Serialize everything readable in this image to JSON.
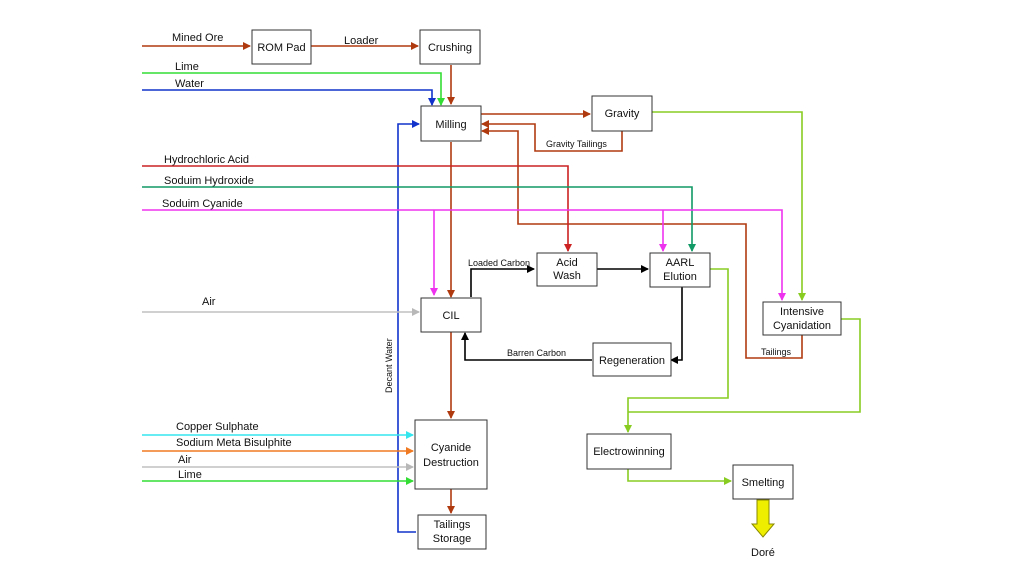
{
  "colors": {
    "ore": "#b03a10",
    "lime": "#33dd33",
    "water": "#1133cc",
    "hydrochloric": "#cc2222",
    "hydroxide": "#119966",
    "cyanide": "#ee33ee",
    "air": "#c0c0c0",
    "copper": "#33e6ee",
    "bisulphite": "#f07a22",
    "carbon": "#000000",
    "gold": "#88cc22",
    "dore": "#eeee00"
  },
  "boxes": {
    "rom": "ROM Pad",
    "crushing": "Crushing",
    "milling": "Milling",
    "gravity": "Gravity",
    "acid_wash_1": "Acid",
    "acid_wash_2": "Wash",
    "aarl_1": "AARL",
    "aarl_2": "Elution",
    "cil": "CIL",
    "intensive_1": "Intensive",
    "intensive_2": "Cyanidation",
    "regeneration": "Regeneration",
    "cyanide_destruction_1": "Cyanide",
    "cyanide_destruction_2": "Destruction",
    "electrowinning": "Electrowinning",
    "smelting": "Smelting",
    "tailings_storage_1": "Tailings",
    "tailings_storage_2": "Storage"
  },
  "inputs": {
    "mined_ore": "Mined Ore",
    "lime_top": "Lime",
    "water": "Water",
    "hydrochloric_acid": "Hydrochloric Acid",
    "sodium_hydroxide": "Soduim Hydroxide",
    "sodium_cyanide": "Soduim Cyanide",
    "air_cil": "Air",
    "copper_sulphate": "Copper Sulphate",
    "sodium_meta_bisulphite": "Sodium Meta Bisulphite",
    "air_bottom": "Air",
    "lime_bottom": "Lime"
  },
  "flow_labels": {
    "loader": "Loader",
    "gravity_tailings": "Gravity Tailings",
    "loaded_carbon": "Loaded Carbon",
    "barren_carbon": "Barren Carbon",
    "tailings": "Tailings",
    "decant_water": "Decant Water",
    "dore": "Doré"
  }
}
